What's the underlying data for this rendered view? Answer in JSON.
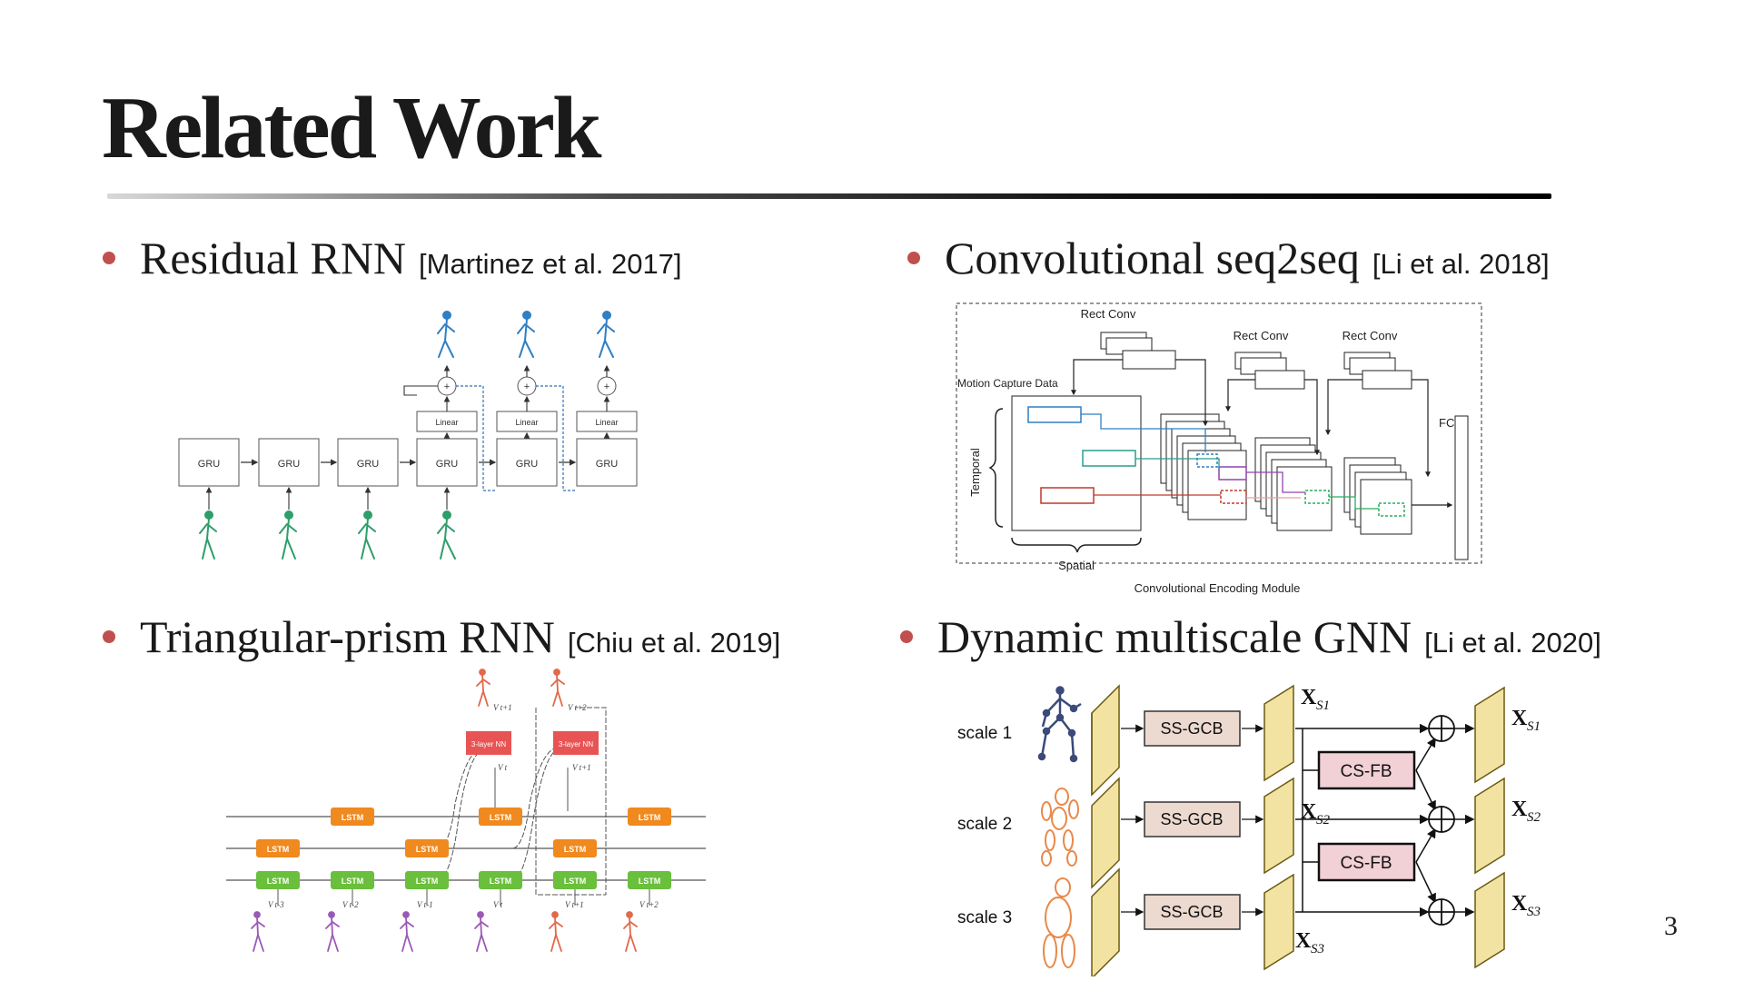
{
  "slide": {
    "title": "Related Work",
    "page_number": "3",
    "accent_color": "#c0504d"
  },
  "bullets": [
    {
      "text": "Residual RNN",
      "citation": "[Martinez et al. 2017]"
    },
    {
      "text": "Convolutional seq2seq",
      "citation": "[Li et al. 2018]"
    },
    {
      "text": "Triangular-prism RNN",
      "citation": "[Chiu et al. 2019]"
    },
    {
      "text": "Dynamic multiscale GNN",
      "citation": "[Li et al. 2020]"
    }
  ],
  "fig_residual_rnn": {
    "gru_label": "GRU",
    "linear_label": "Linear",
    "plus_symbol": "+",
    "skeleton_color_input": "#2e9e6a",
    "skeleton_color_output": "#2e7fc4"
  },
  "fig_conv_seq2seq": {
    "rect_conv": "Rect Conv",
    "motion_capture": "Motion Capture Data",
    "temporal": "Temporal",
    "spatial": "Spatial",
    "fc": "FC",
    "caption": "Convolutional Encoding Module"
  },
  "fig_tp_rnn": {
    "lstm_label": "LSTM",
    "nn_label": "3-layer NN",
    "bottom_labels": [
      "V t-3",
      "V t-2",
      "V t-1",
      "V t",
      "V t+1",
      "V t+2"
    ],
    "top_labels": [
      "V t+1",
      "V t+2"
    ],
    "mid_labels": [
      "V t",
      "V t+1"
    ],
    "lstm_color": "#f0891e",
    "lstm_color_low": "#6abf3c",
    "nn_color": "#e85454"
  },
  "fig_dmgnn": {
    "scales": [
      "scale 1",
      "scale 2",
      "scale 3"
    ],
    "ss_gcb": "SS-GCB",
    "cs_fb": "CS-FB",
    "x_s1": "X",
    "x_s1_sub": "S1",
    "x_s2": "X",
    "x_s2_sub": "S2",
    "x_s3": "X",
    "x_s3_sub": "S3"
  }
}
